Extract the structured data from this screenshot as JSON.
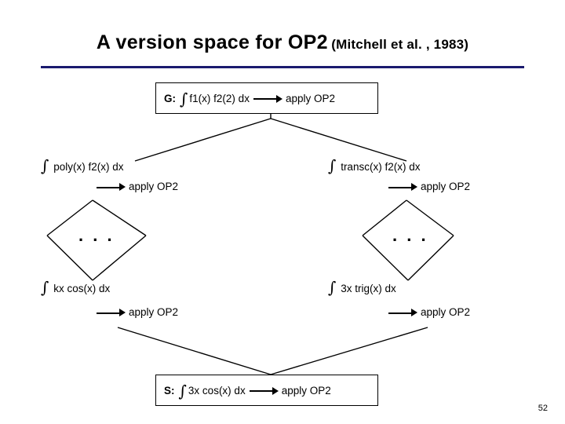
{
  "slide": {
    "title_main": "A version space for OP2",
    "title_sub": "(Mitchell et al. , 1983)",
    "page_number": "52",
    "rule_color": "#1a1a6e"
  },
  "diagram": {
    "type": "version-space-lattice",
    "nodes": {
      "top": {
        "label": "G:",
        "integral": "∫",
        "expression": "f1(x) f2(2) dx",
        "action": "apply OP2"
      },
      "left_upper": {
        "integral": "∫",
        "expression": "poly(x) f2(x) dx",
        "action": "apply OP2"
      },
      "right_upper": {
        "integral": "∫",
        "expression": "transc(x) f2(x) dx",
        "action": "apply OP2"
      },
      "left_ellipsis": ". . .",
      "right_ellipsis": ". . .",
      "left_lower": {
        "integral": "∫",
        "expression": "kx cos(x) dx",
        "action": "apply OP2"
      },
      "right_lower": {
        "integral": "∫",
        "expression": "3x trig(x) dx",
        "action": "apply OP2"
      },
      "bottom": {
        "label": "S:",
        "integral": "∫",
        "expression": "3x cos(x) dx",
        "action": "apply OP2"
      }
    }
  }
}
